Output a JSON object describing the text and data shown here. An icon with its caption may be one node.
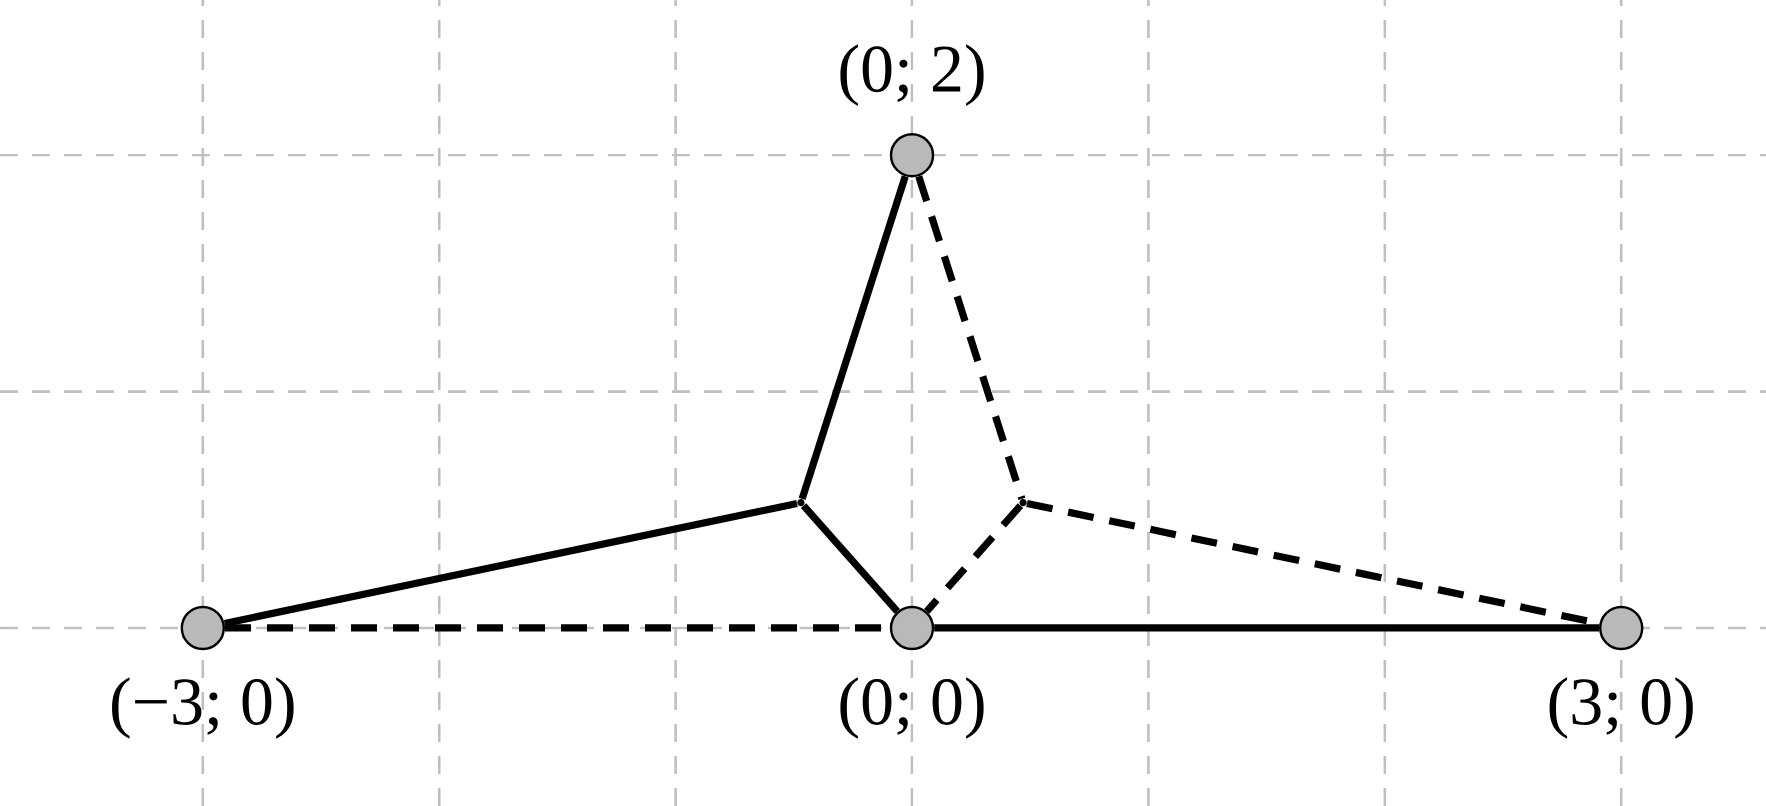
{
  "diagram": {
    "nodes": [
      {
        "text": [],
        "shape": "circle",
        "beside": [
          "(0; 2)"
        ]
      },
      {
        "text": [],
        "shape": "circle",
        "beside": [
          "(−3; 0)"
        ]
      },
      {
        "text": [],
        "shape": "circle",
        "beside": [
          "(0; 0)"
        ]
      },
      {
        "text": [],
        "shape": "circle",
        "beside": [
          "(3; 0)"
        ]
      },
      {
        "text": [],
        "shape": "point"
      },
      {
        "text": [],
        "shape": "point"
      }
    ],
    "edges": [
      {
        "from": 1,
        "to": 4,
        "arrow": "none"
      },
      {
        "from": 4,
        "to": 0,
        "arrow": "none"
      },
      {
        "from": 4,
        "to": 2,
        "arrow": "none"
      },
      {
        "from": 2,
        "to": 3,
        "arrow": "none"
      },
      {
        "from": 1,
        "to": 2,
        "arrow": "none",
        "style": "dashed"
      },
      {
        "from": 0,
        "to": 5,
        "arrow": "none",
        "style": "dashed"
      },
      {
        "from": 5,
        "to": 2,
        "arrow": "none",
        "style": "dashed"
      },
      {
        "from": 5,
        "to": 3,
        "arrow": "none",
        "style": "dashed"
      }
    ]
  }
}
